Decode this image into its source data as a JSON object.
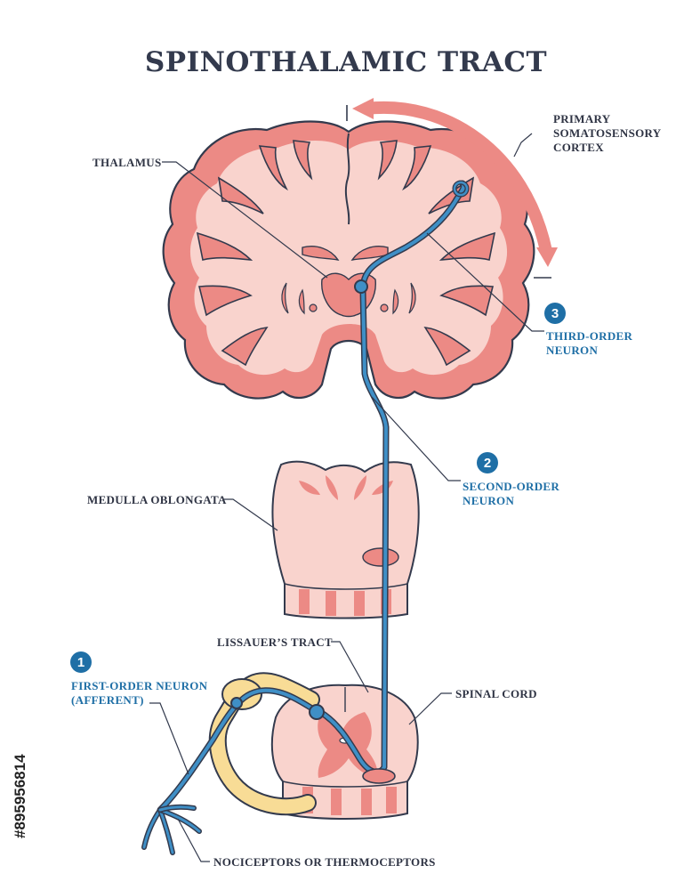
{
  "title": "SPINOTHALAMIC TRACT",
  "labels": {
    "thalamus": "THALAMUS",
    "cortex_line1": "PRIMARY",
    "cortex_line2": "SOMATOSENSORY",
    "cortex_line3": "CORTEX",
    "third_line1": "THIRD-ORDER",
    "third_line2": "NEURON",
    "second_line1": "SECOND-ORDER",
    "second_line2": "NEURON",
    "medulla": "MEDULLA OBLONGATA",
    "lissauer": "LISSAUER’S TRACT",
    "spinal_cord": "SPINAL CORD",
    "first_line1": "FIRST-ORDER NEURON",
    "first_line2": "(AFFERENT)",
    "receptors": "NOCICEPTORS OR THERMOCEPTORS"
  },
  "badges": {
    "first": "1",
    "second": "2",
    "third": "3"
  },
  "stock_id": "#895956814",
  "colors": {
    "outline": "#333a4d",
    "tissue_light": "#f9d3cd",
    "tissue_dark": "#ec8a85",
    "neuron_blue": "#3f8fc6",
    "afferent_yellow": "#f8dc96",
    "label_blue": "#1f6fa6"
  }
}
